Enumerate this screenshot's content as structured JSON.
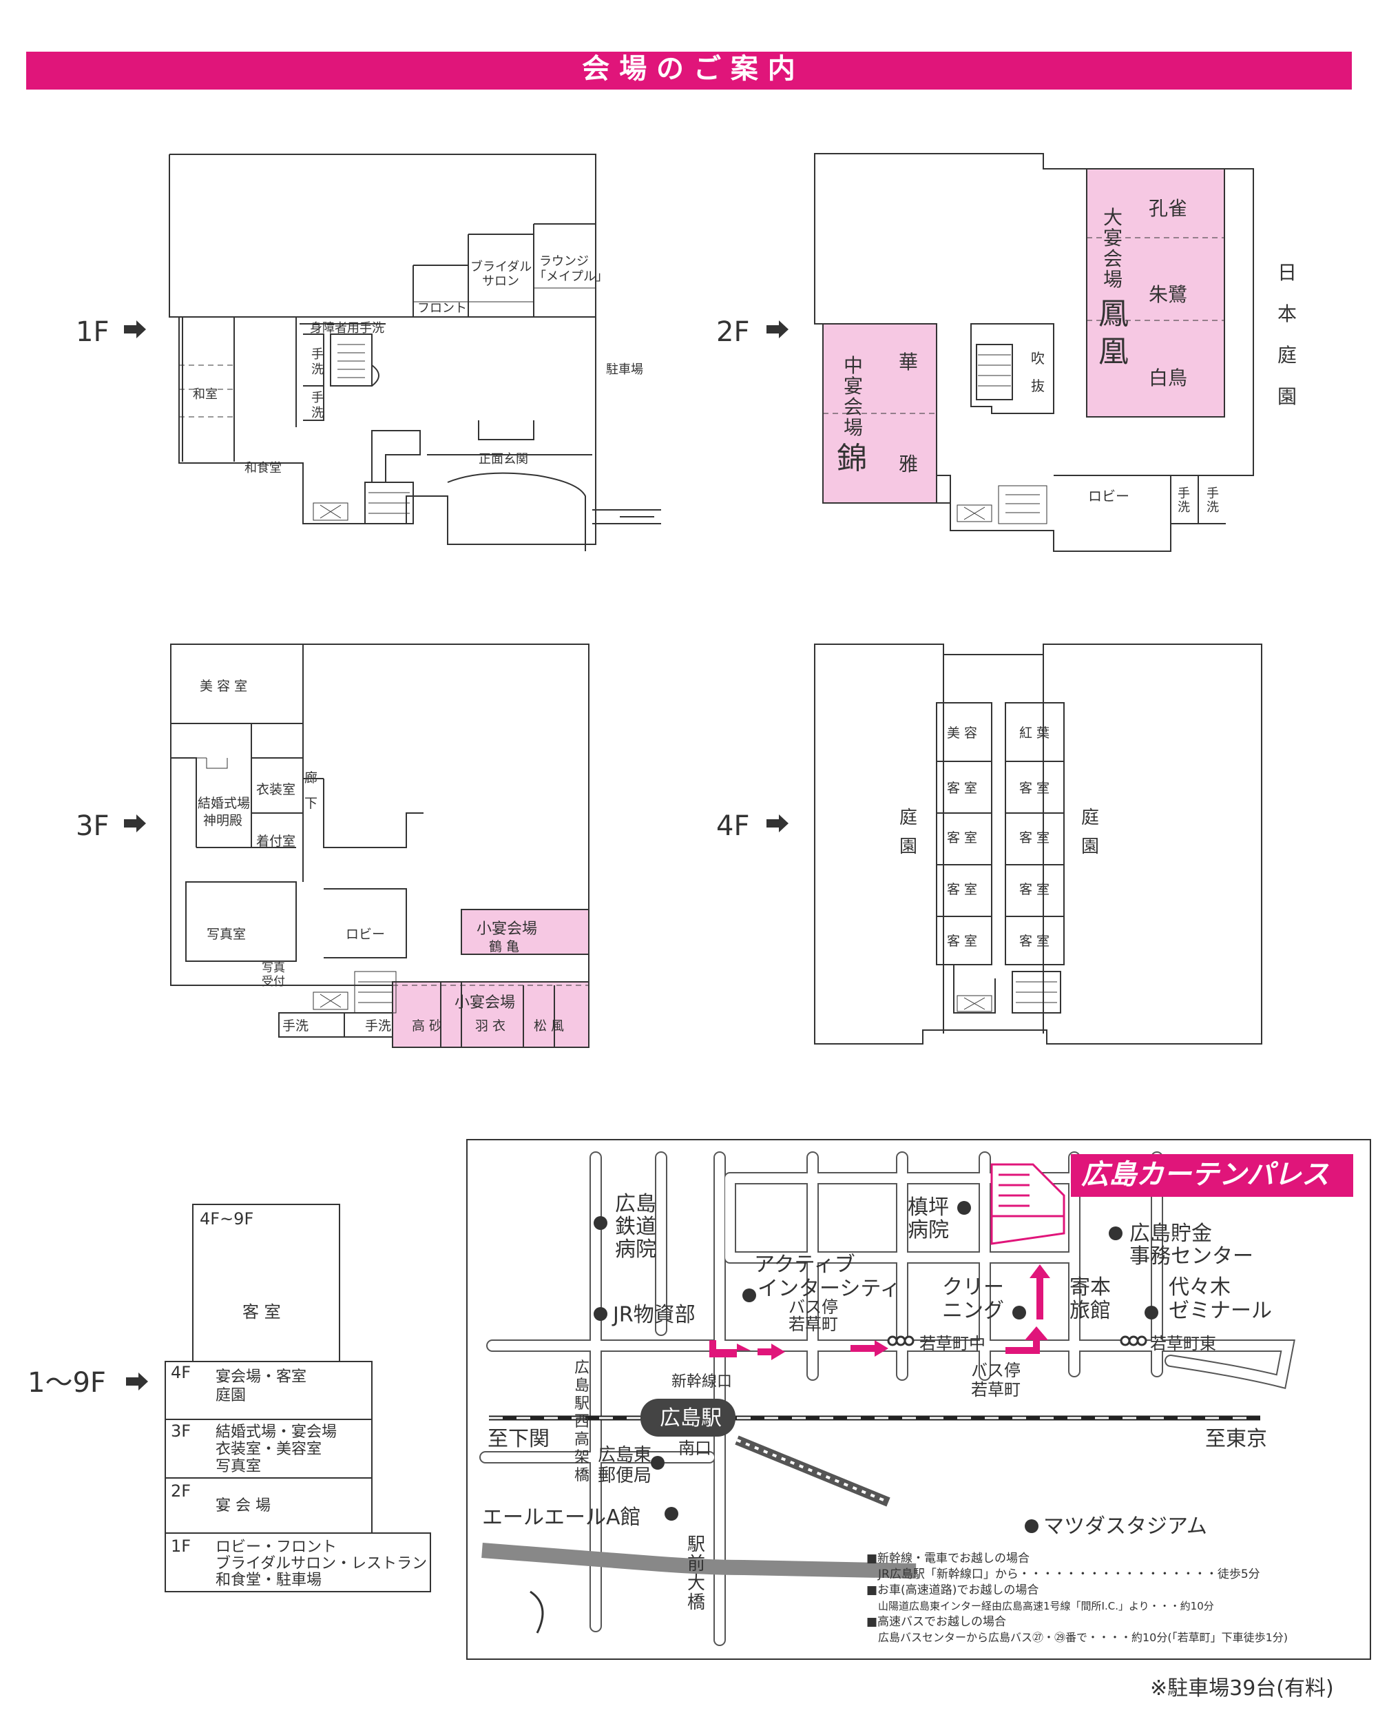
{
  "header": {
    "title": "会 場 の ご 案 内"
  },
  "floor_labels": {
    "f1": "1F",
    "f2": "2F",
    "f3": "3F",
    "f4": "4F",
    "f19": "1～9F"
  },
  "colors": {
    "accent": "#e0157a",
    "pink_fill": "#f6c8e3",
    "line": "#333333"
  },
  "f1": {
    "bridal_salon": [
      "ブライダル",
      "サロン"
    ],
    "lounge": [
      "ラウンジ",
      "「メイプル」"
    ],
    "front": "フロント",
    "accessible_toilet": "身障者用手洗",
    "toilet": "手洗",
    "washitsu": "和室",
    "parking": "駐車場",
    "washokudo": "和食堂",
    "main_entrance": "正面玄関"
  },
  "f2": {
    "grand_hall": "大宴会場",
    "grand_hall_name": "鳳凰",
    "kujaku": "孔雀",
    "shuro": "朱鷺",
    "hakucho": "白鳥",
    "medium_hall": "中宴会場",
    "medium_hall_name": "錦",
    "hana": "華",
    "miyabi": "雅",
    "fukinuke": "吹抜",
    "lobby": "ロビー",
    "toilet": "手洗",
    "garden": "日本庭園"
  },
  "f3": {
    "beauty": "美 容 室",
    "costume": "衣装室",
    "corridor": "廊下",
    "chapel": [
      "結婚式場",
      "神明殿"
    ],
    "dressing": "着付室",
    "photo": "写真室",
    "photo_reception": [
      "写真",
      "受付"
    ],
    "lobby": "ロビー",
    "small_hall_a": "小宴会場",
    "small_hall_a_name": "鶴 亀",
    "small_hall_b": "小宴会場",
    "takasago": "高 砂",
    "hagoromo": "羽 衣",
    "shofu": "松 風",
    "toilet": "手洗"
  },
  "f4": {
    "garden": "庭園",
    "biyo": "美 容",
    "koyo": "紅 葉",
    "guest_room": "客 室"
  },
  "section": {
    "top_label": "4F~9F",
    "top_room": "客 室",
    "rows": [
      {
        "floor": "4F",
        "desc": [
          "宴会場・客室",
          "庭園"
        ]
      },
      {
        "floor": "3F",
        "desc": [
          "結婚式場・宴会場",
          "衣装室・美容室",
          "写真室"
        ]
      },
      {
        "floor": "2F",
        "desc": [
          "宴 会 場"
        ]
      },
      {
        "floor": "1F",
        "desc": [
          "ロビー・フロント",
          "ブライダルサロン・レストラン",
          "和食堂・駐車場"
        ]
      }
    ]
  },
  "map": {
    "hotel": "広島カーテンパレス",
    "railway_hospital": [
      "広島",
      "鉄道",
      "病院"
    ],
    "makitsubo": [
      "槙坪",
      "病院"
    ],
    "savings": [
      "広島貯金",
      "事務センター"
    ],
    "active": [
      "アクティブ",
      "インターシティ"
    ],
    "bus_stop_w": [
      "バス停",
      "若草町"
    ],
    "cleaning": [
      "クリー",
      "ニング"
    ],
    "yorimoto": [
      "寄本",
      "旅館"
    ],
    "yoyogi": [
      "代々木",
      "ゼミナール"
    ],
    "jr": "JR物資部",
    "wakakusa": "若草町中",
    "wakakusa_e": "若草町東",
    "bus_stop_e": [
      "バス停",
      "若草町"
    ],
    "shinkansen_exit": "新幹線口",
    "station": "広島駅",
    "south_exit": "南口",
    "to_shimonoseki": "至下関",
    "to_tokyo": "至東京",
    "west_bridge": "広島駅西高架橋",
    "post": [
      "広島東",
      "郵便局"
    ],
    "aile": "エールエールA館",
    "stadium": "マツダスタジアム",
    "ekimae": "駅前大橋",
    "access": [
      "■新幹線・電車でお越しの場合",
      "JR広島駅「新幹線口」から・・・・・・・・・・・・・・・・・徒歩5分",
      "■お車(高速道路)でお越しの場合",
      "山陽道広島東インター経由広島高速1号線「間所I.C.」より・・・約10分",
      "■高速バスでお越しの場合",
      "広島バスセンターから広島バス㉗・㉙番で・・・・約10分(「若草町」下車徒歩1分)"
    ]
  },
  "footnote": "※駐車場39台(有料)"
}
